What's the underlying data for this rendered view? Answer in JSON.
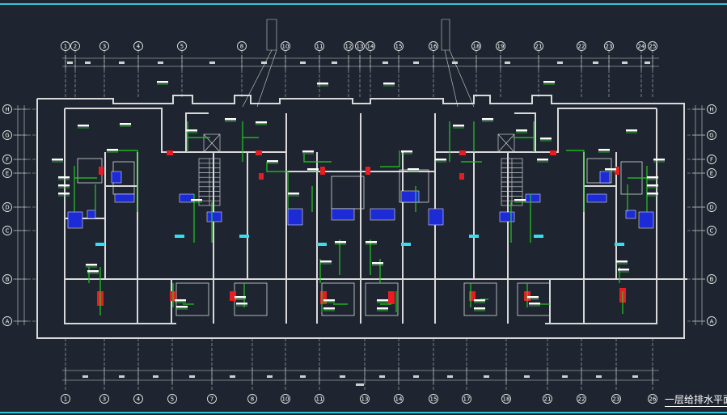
{
  "drawing": {
    "title": "一层给排水平面",
    "colors": {
      "background": "#1e2530",
      "frame": "#33c6d6",
      "wall": "#d9d9d9",
      "pipe": "#22cc22",
      "fixture_blue": "#1d2bd6",
      "fixture_red": "#e81c24",
      "label_cyan": "#33e0f0",
      "text": "#ffffff",
      "grid": "#cfcfcf"
    },
    "axes_top": [
      "1",
      "2",
      "3",
      "4",
      "5",
      "8",
      "10",
      "11",
      "12",
      "13",
      "14",
      "15",
      "16",
      "18",
      "19",
      "21",
      "22",
      "23",
      "24",
      "25"
    ],
    "axes_bottom": [
      "1",
      "3",
      "4",
      "5",
      "7",
      "8",
      "10",
      "11",
      "13",
      "14",
      "15",
      "17",
      "18",
      "21",
      "22",
      "23",
      "26"
    ],
    "axes_left": [
      "H",
      "G",
      "F",
      "E",
      "D",
      "C",
      "B",
      "A"
    ],
    "axes_right": [
      "H",
      "G",
      "F",
      "E",
      "D",
      "C",
      "B",
      "A"
    ]
  }
}
